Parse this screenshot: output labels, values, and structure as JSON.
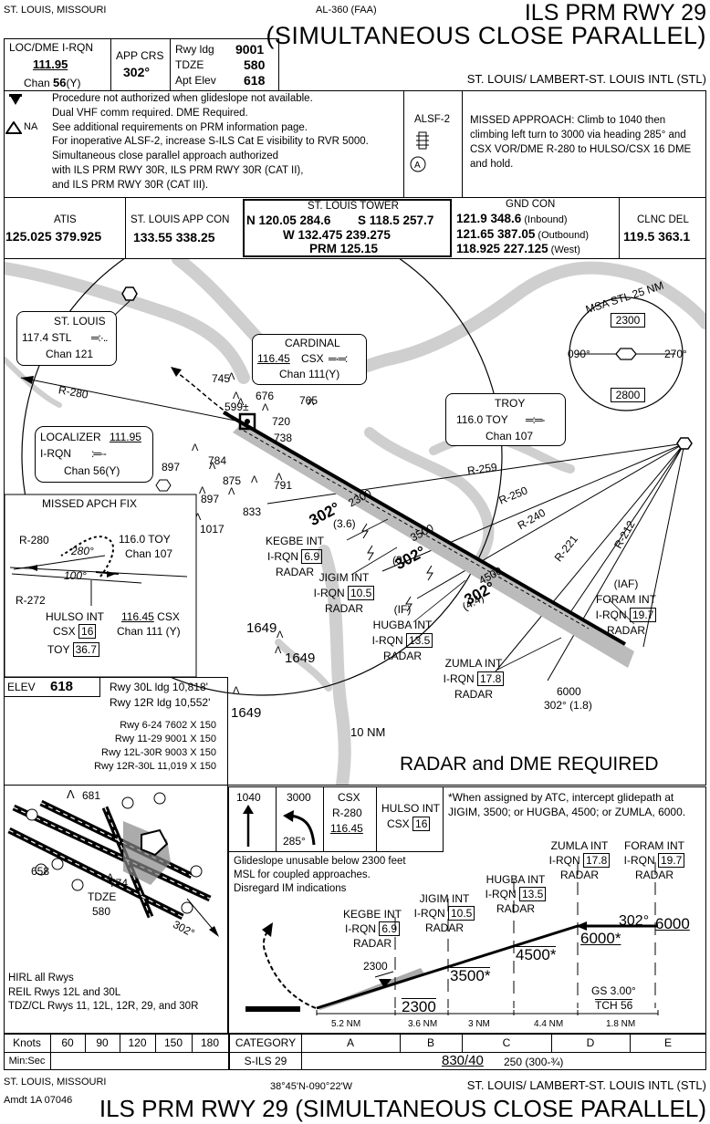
{
  "header": {
    "city": "ST. LOUIS, MISSOURI",
    "chart_id": "AL-360 (FAA)",
    "title1": "ILS PRM RWY 29",
    "title2": "(SIMULTANEOUS CLOSE PARALLEL)",
    "airport": "ST. LOUIS/ LAMBERT-ST. LOUIS INTL (STL)"
  },
  "briefing": {
    "loc_label": "LOC/DME I-RQN",
    "loc_freq": "111.95",
    "chan_label": "Chan",
    "chan": "56",
    "chan_suffix": "(Y)",
    "app_crs_label": "APP CRS",
    "app_crs": "302°",
    "rwy_ldg_label": "Rwy ldg",
    "rwy_ldg": "9001",
    "tdze_label": "TDZE",
    "tdze": "580",
    "apt_elev_label": "Apt Elev",
    "apt_elev": "618"
  },
  "notes": {
    "lines": [
      "Procedure not authorized when glideslope not available.",
      "Dual VHF comm required.   DME Required.",
      "See additional requirements on PRM information page.",
      "For inoperative ALSF-2, increase S-ILS Cat E visibility to RVR 5000.",
      "Simultaneous close parallel approach authorized",
      "with ILS PRM RWY 30R, ILS PRM RWY 30R (CAT II),",
      "and ILS PRM RWY 30R (CAT III)."
    ],
    "na_label": "NA",
    "alsf": "ALSF-2",
    "missed_text": "MISSED APPROACH:  Climb to 1040 then climbing left turn to 3000 via heading 285° and CSX VOR/DME R-280 to HULSO/CSX 16 DME and hold."
  },
  "comms": {
    "atis_label": "ATIS",
    "atis": "125.025 379.925",
    "app_label": "ST. LOUIS APP CON",
    "app": "133.55  338.25",
    "tower_label": "ST. LOUIS TOWER",
    "tower_n": "N 120.05  284.6",
    "tower_s": "S 118.5  257.7",
    "tower_w": "W 132.475  239.275",
    "tower_prm": "PRM 125.15",
    "gnd_label": "GND CON",
    "gnd1": "121.9  348.6",
    "gnd1_note": "(Inbound)",
    "gnd2": "121.65  387.05",
    "gnd2_note": "(Outbound)",
    "gnd3": "118.925  227.125",
    "gnd3_note": "(West)",
    "clnc_label": "CLNC DEL",
    "clnc": "119.5  363.1"
  },
  "planview": {
    "stlouis_vor": [
      "ST. LOUIS",
      "117.4  STL",
      "Chan 121"
    ],
    "cardinal": [
      "CARDINAL",
      "116.45",
      "CSX",
      "Chan 111(Y)"
    ],
    "troy": [
      "TROY",
      "116.0  TOY",
      "Chan 107"
    ],
    "localizer": [
      "LOCALIZER",
      "111.95",
      "I-RQN",
      "Chan 56(Y)"
    ],
    "msa_label": "MSA STL 25 NM",
    "msa_top": "2300",
    "msa_bottom": "2800",
    "msa_left": "090°",
    "msa_right": "270°",
    "radials": [
      "R-280",
      "R-259",
      "R-250",
      "R-240",
      "R-221",
      "R-212"
    ],
    "elevs": [
      "745",
      "599±",
      "676",
      "765",
      "720",
      "738",
      "784",
      "897",
      "875",
      "791",
      "897",
      "833",
      "1017",
      "1649",
      "1649",
      "1649"
    ],
    "course": [
      "302°",
      "302°",
      "302°"
    ],
    "alts": [
      "2300",
      "(3.6)",
      "3500",
      "(3)",
      "4500",
      "(4.4)"
    ],
    "kegbe": [
      "KEGBE INT",
      "I-RQN",
      "6.9",
      "RADAR"
    ],
    "jigim": [
      "JIGIM INT",
      "I-RQN",
      "10.5",
      "RADAR"
    ],
    "hugba": [
      "(IF)",
      "HUGBA INT",
      "I-RQN",
      "13.5",
      "RADAR"
    ],
    "zumla": [
      "ZUMLA INT",
      "I-RQN",
      "17.8",
      "RADAR"
    ],
    "foram": [
      "(IAF)",
      "FORAM INT",
      "I-RQN",
      "19.7",
      "RADAR"
    ],
    "proc_turn": [
      "6000",
      "302° (1.8)"
    ],
    "ten_nm": "10 NM",
    "radar_req": "RADAR and DME REQUIRED",
    "fix_box": {
      "title": "MISSED APCH FIX",
      "toy": [
        "116.0  TOY",
        "Chan 107"
      ],
      "r280": "R-280",
      "r272": "R-272",
      "hold_out": "280°",
      "hold_in": "100°",
      "hulso": [
        "HULSO INT",
        "CSX",
        "16"
      ],
      "csx": [
        "116.45",
        "CSX",
        "Chan 111 (Y)"
      ],
      "toy_dme": [
        "TOY",
        "36.7"
      ]
    }
  },
  "airport": {
    "elev_label": "ELEV",
    "elev": "618",
    "ldg1": "Rwy 30L ldg 10,818'",
    "ldg2": "Rwy 12R ldg 10,552'",
    "rwys": [
      "Rwy 6-24 7602 X 150",
      "Rwy 11-29 9001 X 150",
      "Rwy 12L-30R 9003 X 150",
      "Rwy 12R-30L 11,019 X 150"
    ],
    "obstacle": "681",
    "tdze_label": "TDZE",
    "tdze": "580",
    "elev_658": "658",
    "elev_774": "774",
    "course": "302°",
    "lighting": [
      "HIRL all Rwys",
      "REIL Rwys 12L and 30L",
      "TDZ/CL Rwys 11, 12L, 12R, 29, and 30R"
    ]
  },
  "profile": {
    "icons": {
      "climb1": "1040",
      "climb2": "3000",
      "hdg": "285°",
      "csx": [
        "CSX",
        "R-280",
        "116.45"
      ],
      "hold": [
        "HULSO INT",
        "CSX",
        "16"
      ]
    },
    "note": "*When assigned by ATC, intercept glidepath at JIGIM, 3500; or HUGBA, 4500; or ZUMLA, 6000.",
    "gs_note": [
      "Glideslope unusable below 2300 feet",
      "MSL for coupled approaches.",
      "Disregard IM indications"
    ],
    "fixes": {
      "kegbe": [
        "KEGBE INT",
        "I-RQN",
        "6.9",
        "RADAR"
      ],
      "jigim": [
        "JIGIM INT",
        "I-RQN",
        "10.5",
        "RADAR"
      ],
      "hugba": [
        "HUGBA INT",
        "I-RQN",
        "13.5",
        "RADAR"
      ],
      "zumla": [
        "ZUMLA INT",
        "I-RQN",
        "17.8",
        "RADAR"
      ],
      "foram": [
        "FORAM INT",
        "I-RQN",
        "19.7",
        "RADAR"
      ]
    },
    "alts": [
      "2300",
      "2300",
      "3500*",
      "4500*",
      "6000*",
      "6000"
    ],
    "course": "302°",
    "gs": "GS 3.00°",
    "tch": "TCH 56",
    "dists": [
      "5.2 NM",
      "3.6 NM",
      "3 NM",
      "4.4 NM",
      "1.8 NM"
    ]
  },
  "minima": {
    "knots_label": "Knots",
    "knots": [
      "60",
      "90",
      "120",
      "150",
      "180"
    ],
    "minsec_label": "Min:Sec",
    "category_label": "CATEGORY",
    "cats": [
      "A",
      "B",
      "C",
      "D",
      "E"
    ],
    "sils_label": "S-ILS 29",
    "sils_val": "830/40",
    "sils_sub": "250 (300-¾)"
  },
  "footer": {
    "city": "ST. LOUIS, MISSOURI",
    "amdt": "Amdt 1A  07046",
    "coords": "38°45'N-090°22'W",
    "airport": "ST. LOUIS/ LAMBERT-ST. LOUIS INTL (STL)",
    "title": "ILS PRM RWY 29 (SIMULTANEOUS CLOSE PARALLEL)"
  }
}
